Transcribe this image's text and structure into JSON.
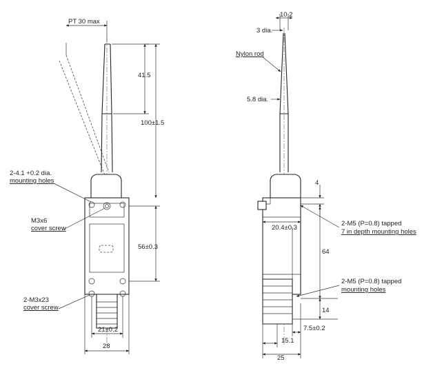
{
  "labels": {
    "pt_max": "PT 30 max",
    "dim_41_5": "41.5",
    "dim_100": "100±1.5",
    "mount_holes_1": "2-4.1 +0.2 dia.",
    "mount_holes_2": "mounting holes",
    "m3x6_1": "M3x6",
    "m3x6_2": "cover screw",
    "dim_56": "56±0.3",
    "m3x23_1": "2-M3x23",
    "m3x23_2": "cover screw",
    "dim_21": "21±0.2",
    "dim_28": "28",
    "dim_10_2": "10.2",
    "dia_3": "3 dia.",
    "nylon_rod": "Nylon rod",
    "dia_5_8": "5.8 dia.",
    "dim_4": "4",
    "dim_20_4": "20.4±0.3",
    "m5_tapped_1a": "2-M5 (P=0.8) tapped",
    "m5_tapped_1b": "7 in depth mounting holes",
    "dim_64": "64",
    "m5_tapped_2a": "2-M5 (P=0.8) tapped",
    "m5_tapped_2b": "mounting holes",
    "dim_14": "14",
    "dim_7_5": "7.5±0.2",
    "dim_15_1": "15.1",
    "dim_25": "25"
  }
}
